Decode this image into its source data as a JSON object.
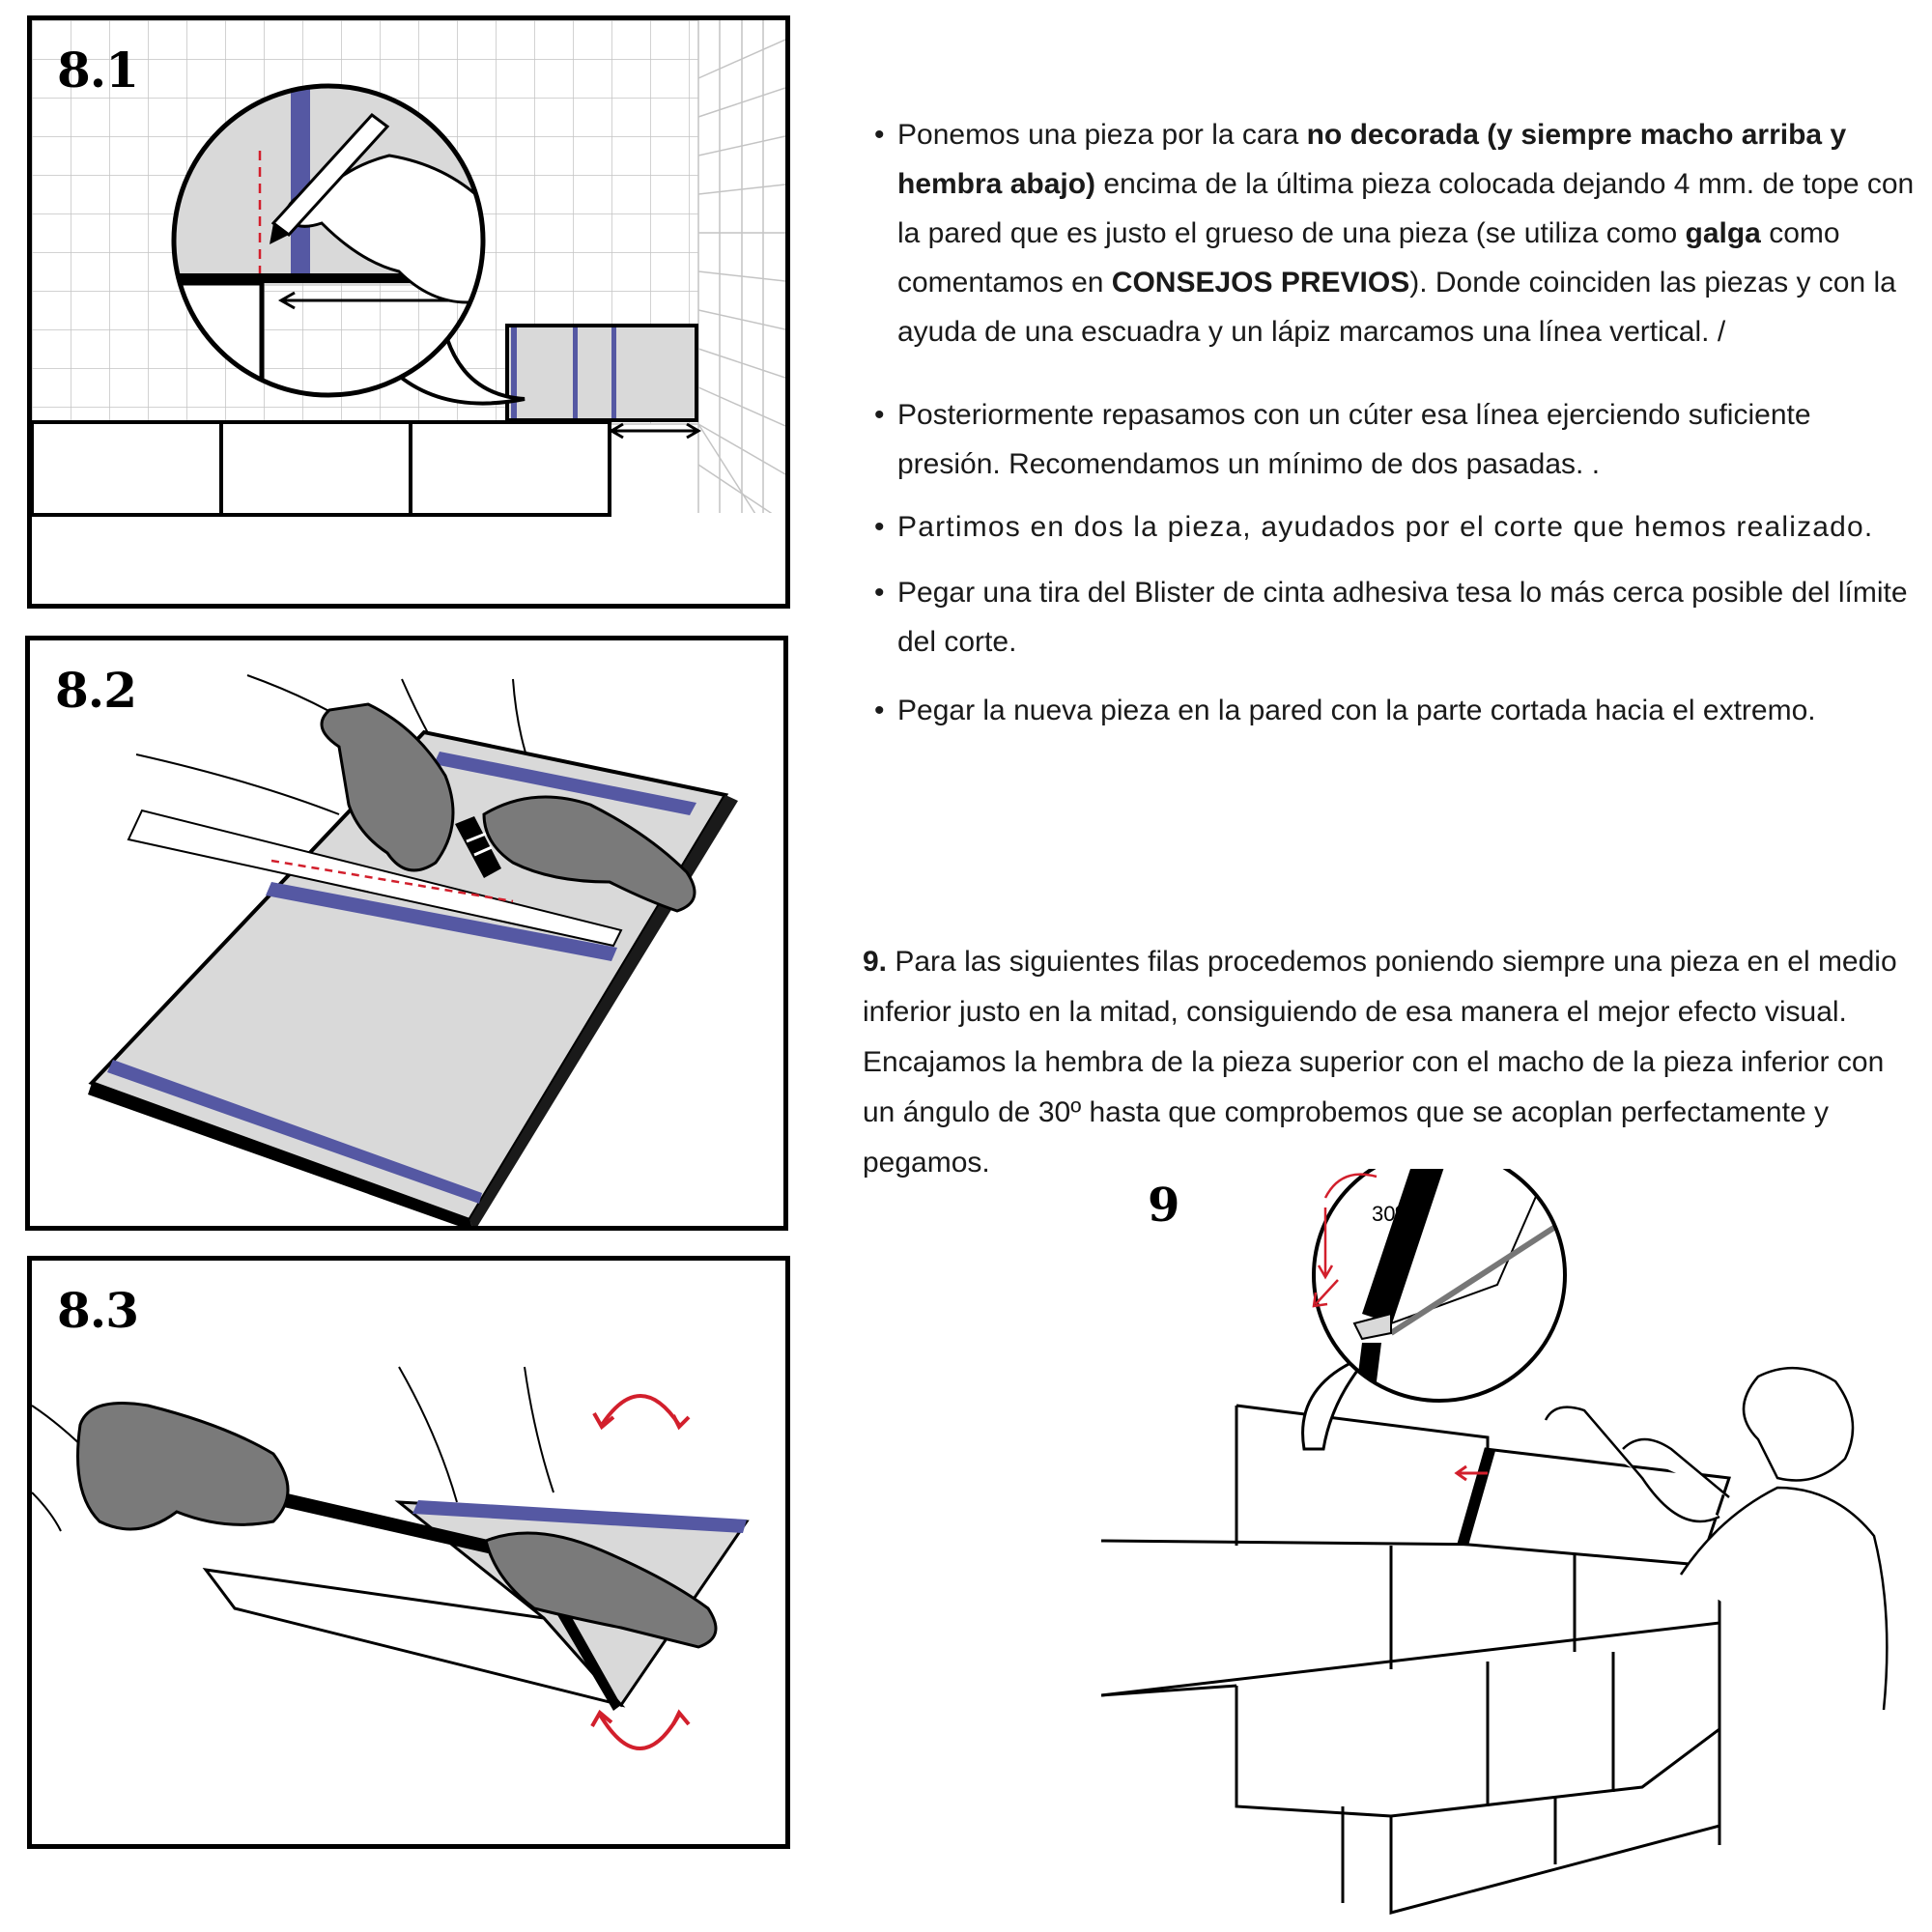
{
  "panels": {
    "p81": {
      "label": "8.1"
    },
    "p82": {
      "label": "8.2"
    },
    "p83": {
      "label": "8.3"
    }
  },
  "fig9": {
    "label": "9",
    "angle_label": "30º"
  },
  "bullets": {
    "b1": {
      "t1": "Ponemos una pieza por la cara ",
      "b1": "no decorada (y siempre macho arriba y hembra abajo)",
      "t2": " encima de la última pieza colocada dejando 4 mm. de tope con la pared que es justo el grueso de una pieza (se utiliza como ",
      "b2": "galga",
      "t3": " como comentamos en ",
      "b3": "CONSEJOS PREVIOS",
      "t4": "). Donde coinciden las piezas y con la ayuda de una escuadra y un lápiz marcamos una línea vertical. /"
    },
    "b2": "Posteriormente repasamos con un cúter esa línea ejerciendo suficiente presión. Recomendamos un mínimo de dos pasadas. .",
    "b3": "Partimos en dos la pieza, ayudados por el corte que hemos realizado.",
    "b4": "Pegar una tira del Blister de cinta adhesiva tesa lo más cerca posible del límite del corte.",
    "b5": "Pegar la nueva pieza en la pared con la parte cortada hacia el extremo."
  },
  "step9": {
    "num": "9.",
    "text": " Para las siguientes filas procedemos poniendo siempre una pieza en el medio inferior justo en la mitad, consiguiendo de esa manera el mejor efecto visual. Encajamos la hembra de la pieza superior con el macho de la pieza inferior con un ángulo de 30º hasta que comprobemos que se acoplan perfectamente y pegamos."
  },
  "colors": {
    "accent_blue": "#5558a3",
    "accent_red": "#d21f2c",
    "panel_grey": "#d9d9d9",
    "glove_grey": "#7a7a7a",
    "grid_grey": "#c4c4c4"
  },
  "icons": [
    "pencil-icon",
    "cutter-icon",
    "rotate-arrow-icon",
    "move-arrow-icon"
  ]
}
